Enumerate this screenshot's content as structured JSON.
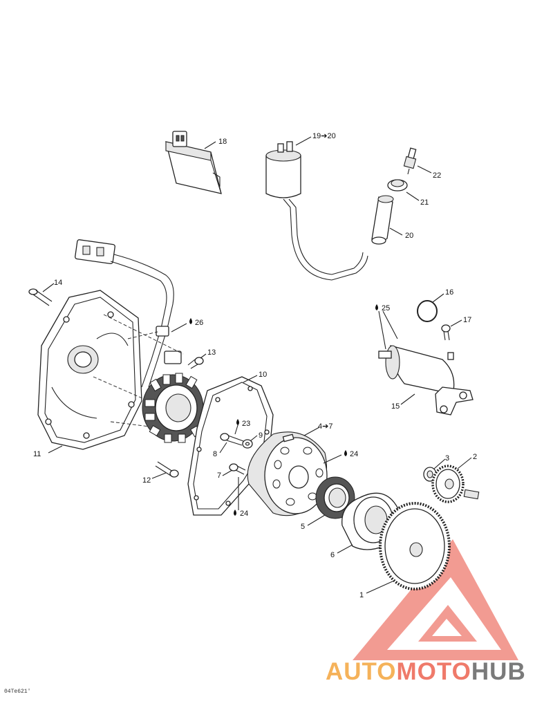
{
  "callouts": {
    "c1": "1",
    "c2": "2",
    "c3": "3",
    "c4": "4➔7",
    "c5": "5",
    "c6": "6",
    "c7": "7",
    "c8": "8",
    "c9": "9",
    "c10": "10",
    "c11": "11",
    "c12": "12",
    "c13": "13",
    "c14": "14",
    "c15": "15",
    "c16": "16",
    "c17": "17",
    "c18": "18",
    "c19": "19➔20",
    "c20": "20",
    "c21": "21",
    "c22": "22",
    "c23": "23",
    "c24a": "24",
    "c24b": "24",
    "c25": "25",
    "c26": "26"
  },
  "reference_code": "04Te621′",
  "watermark": {
    "part1": "AUTO",
    "part2": "MOTO",
    "part3": "HUB",
    "colors": {
      "auto": "#f5b25a",
      "moto": "#ef7a6a",
      "hub": "#7a7a7a",
      "triangle": "#f08a80"
    }
  },
  "icons": {
    "drop": "oil-drop-icon"
  }
}
